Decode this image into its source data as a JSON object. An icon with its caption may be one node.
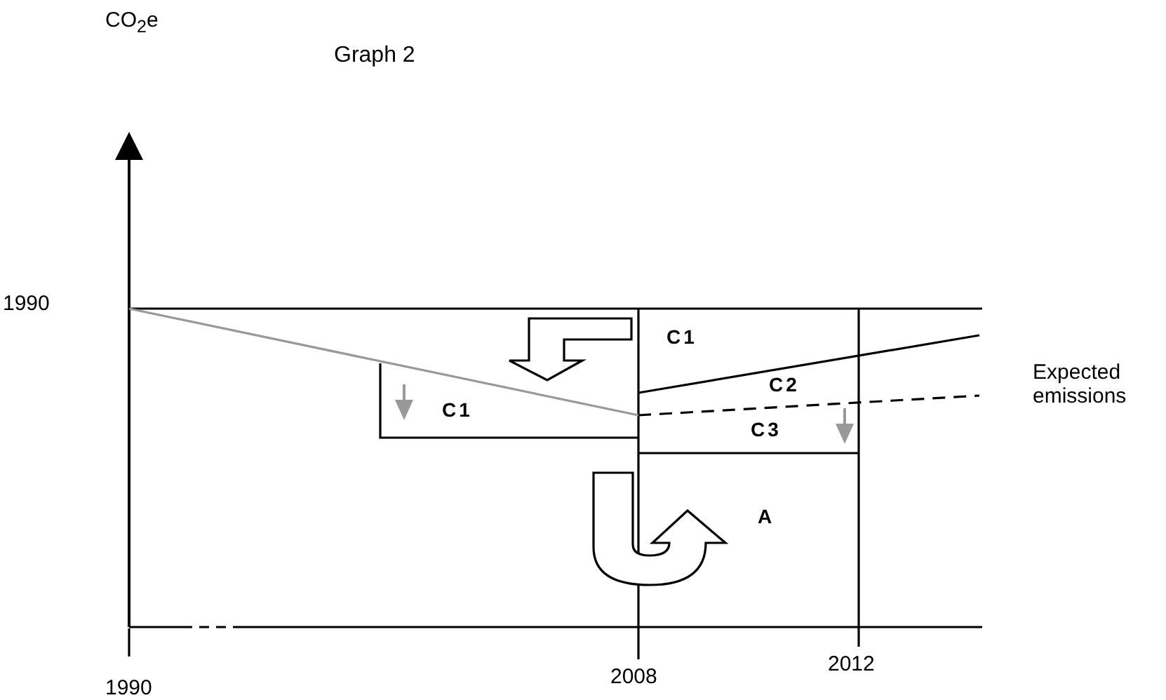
{
  "diagram": {
    "title": "Graph 2",
    "labels": [
      "CO$_{2}$e",
      "1990",
      "C1",
      "C1",
      "C2",
      "Expected emissions",
      "C3",
      "A",
      "2008",
      "2012",
      "1990"
    ]
  }
}
